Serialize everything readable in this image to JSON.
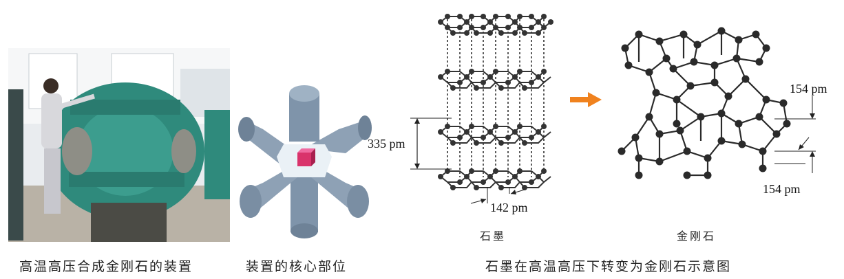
{
  "figure": {
    "captions": {
      "apparatus": "高温高压合成金刚石的装置",
      "core": "装置的核心部位",
      "transformation": "石墨在高温高压下转变为金刚石示意图"
    },
    "structure_labels": {
      "graphite": "石墨",
      "diamond": "金刚石"
    },
    "measurements": {
      "graphite_layer_spacing": "335 pm",
      "graphite_bond_length": "142 pm",
      "diamond_bond_top": "154 pm",
      "diamond_bond_bottom": "154 pm"
    },
    "colors": {
      "machine": "#2f8a7c",
      "arrow": "#f0821e",
      "cube": "#d9336b",
      "anvil": "#7f94aa",
      "atom": "#333333"
    },
    "icons": [
      "machine-photo",
      "anvil-core",
      "graphite-lattice",
      "diamond-lattice",
      "transform-arrow"
    ]
  }
}
